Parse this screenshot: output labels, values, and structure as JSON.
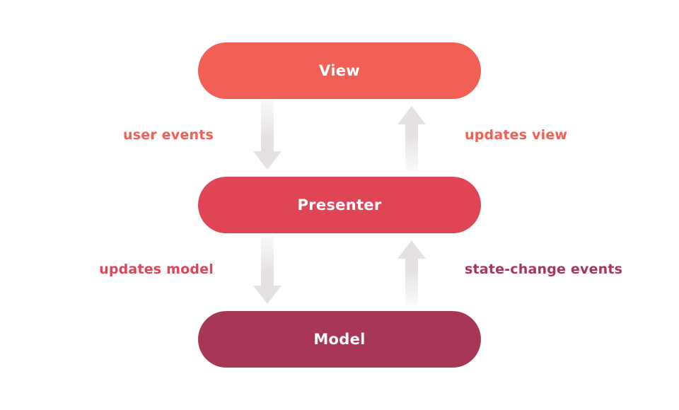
{
  "diagram": {
    "nodes": {
      "view": {
        "label": "View",
        "color": "#f25f55"
      },
      "presenter": {
        "label": "Presenter",
        "color": "#e04556"
      },
      "model": {
        "label": "Model",
        "color": "#a83656"
      }
    },
    "edges": {
      "user_events": {
        "label": "user events",
        "color": "#f25f55"
      },
      "updates_view": {
        "label": "updates view",
        "color": "#f25f55"
      },
      "updates_model": {
        "label": "updates model",
        "color": "#e04556"
      },
      "state_change_events": {
        "label": "state-change events",
        "color": "#a83656"
      }
    },
    "arrow_color": "#e5e1e3"
  }
}
